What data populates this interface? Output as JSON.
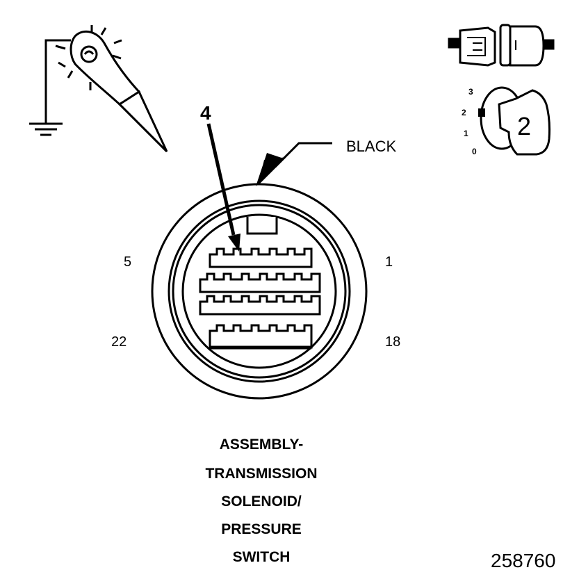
{
  "connector": {
    "color_label": "BLACK",
    "pin_callout": "4",
    "pin_labels": {
      "top_left": "5",
      "top_right": "1",
      "bottom_left": "22",
      "bottom_right": "18"
    }
  },
  "ignition": {
    "positions": [
      "3",
      "2",
      "1",
      "0"
    ],
    "key_number": "2"
  },
  "title_lines": [
    "ASSEMBLY-",
    "TRANSMISSION",
    "SOLENOID/",
    "PRESSURE",
    "SWITCH"
  ],
  "figure_number": "258760",
  "icons": [
    "test-light-icon",
    "ground-symbol-icon",
    "connector-disconnected-icon",
    "ignition-switch-icon"
  ],
  "colors": {
    "ink": "#000000",
    "background": "#ffffff"
  }
}
